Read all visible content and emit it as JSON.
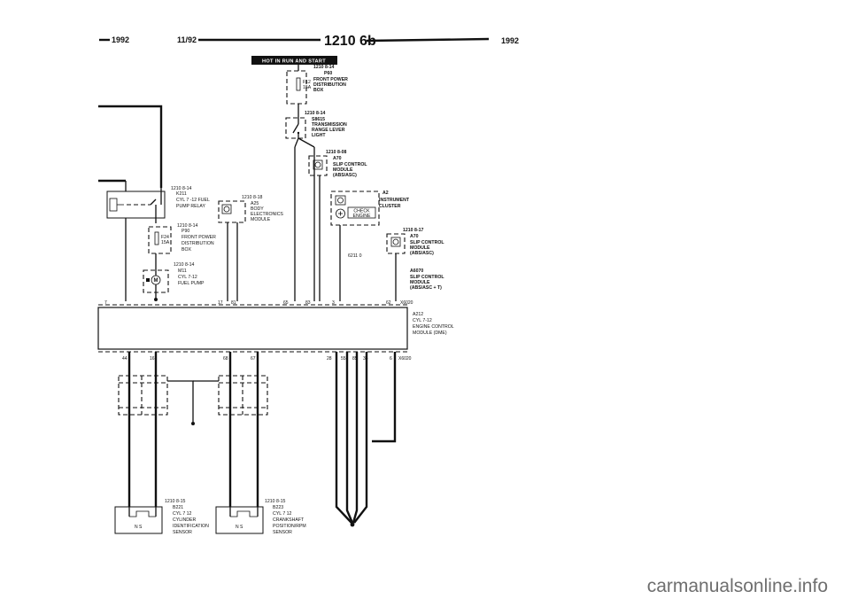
{
  "header": {
    "left_year": "1992",
    "date": "11/92",
    "page_number": "1210 6b",
    "right_year": "1992",
    "hot_in_run_label": "HOT IN RUN AND START"
  },
  "components": {
    "f12": {
      "ref": "1210 8-14",
      "fuse": "F12",
      "amp": "15A",
      "code": "P60",
      "l1": "FRONT POWER",
      "l2": "DISTRIBUTION",
      "l3": "BOX"
    },
    "s8615": {
      "ref": "1210 8-14",
      "code": "S8615",
      "l1": "TRANSMISSION",
      "l2": "RANGE LEVER",
      "l3": "LIGHT"
    },
    "a70_top": {
      "ref": "1210 8-08",
      "code": "A70",
      "l1": "SLIP CONTROL",
      "l2": "MODULE",
      "l3": "(ABS/ASC)"
    },
    "a2": {
      "code": "A2",
      "l1": "INSTRUMENT",
      "l2": "CLUSTER",
      "check1": "CHECK",
      "check2": "ENGINE",
      "wire_label": "6211 0"
    },
    "a70_right": {
      "ref": "1210 8-17",
      "code": "A70",
      "l1": "SLIP CONTROL",
      "l2": "MODULE",
      "l3": "(ABS/ASC)"
    },
    "a6070": {
      "code": "A6070",
      "l1": "SLIP CONTROL",
      "l2": "MODULE",
      "l3": "(ABS/ASC + T)"
    },
    "a25": {
      "ref": "1210 8-18",
      "code": "A25",
      "l1": "BODY",
      "l2": "ELECTRONICS",
      "l3": "MODULE"
    },
    "k211": {
      "ref": "1210 8-14",
      "code": "K211",
      "l1": "CYL 7 -12 FUEL",
      "l2": "PUMP RELAY"
    },
    "f24": {
      "ref": "1210 8-14",
      "fuse": "F24",
      "amp": "15A",
      "code": "P90",
      "l1": "FRONT POWER",
      "l2": "DISTRIBUTION",
      "l3": "BOX"
    },
    "m11": {
      "ref": "1210 8-14",
      "code": "M11",
      "l1": "CYL 7-12",
      "l2": "FUEL PUMP"
    },
    "a212": {
      "code": "A212",
      "l1": "CYL 7-12",
      "l2": "ENGINE CONTROL",
      "l3": "MODULE (DME)"
    },
    "b221": {
      "ref": "1210 8-15",
      "code": "B221",
      "l1": "CYL 7 12",
      "l2": "CYLINDER",
      "l3": "IDENTIFICATION",
      "l4": "SENSOR",
      "inner": "N S"
    },
    "b223": {
      "ref": "1210 8-15",
      "code": "B223",
      "l1": "CYL 7 12",
      "l2": "CRANKSHAFT",
      "l3": "POSITION/RPM",
      "l4": "SENSOR",
      "inner": "N S"
    }
  },
  "connectors": {
    "top_name": "X6020",
    "bottom_name": "X6020",
    "top_pins": [
      "7",
      "17",
      "81",
      "65",
      "83",
      "3",
      "62"
    ],
    "bottom_pins": [
      "44",
      "16",
      "68",
      "67",
      "28",
      "55",
      "85",
      "34",
      "6"
    ]
  },
  "watermark": "carmanualsonline.info"
}
